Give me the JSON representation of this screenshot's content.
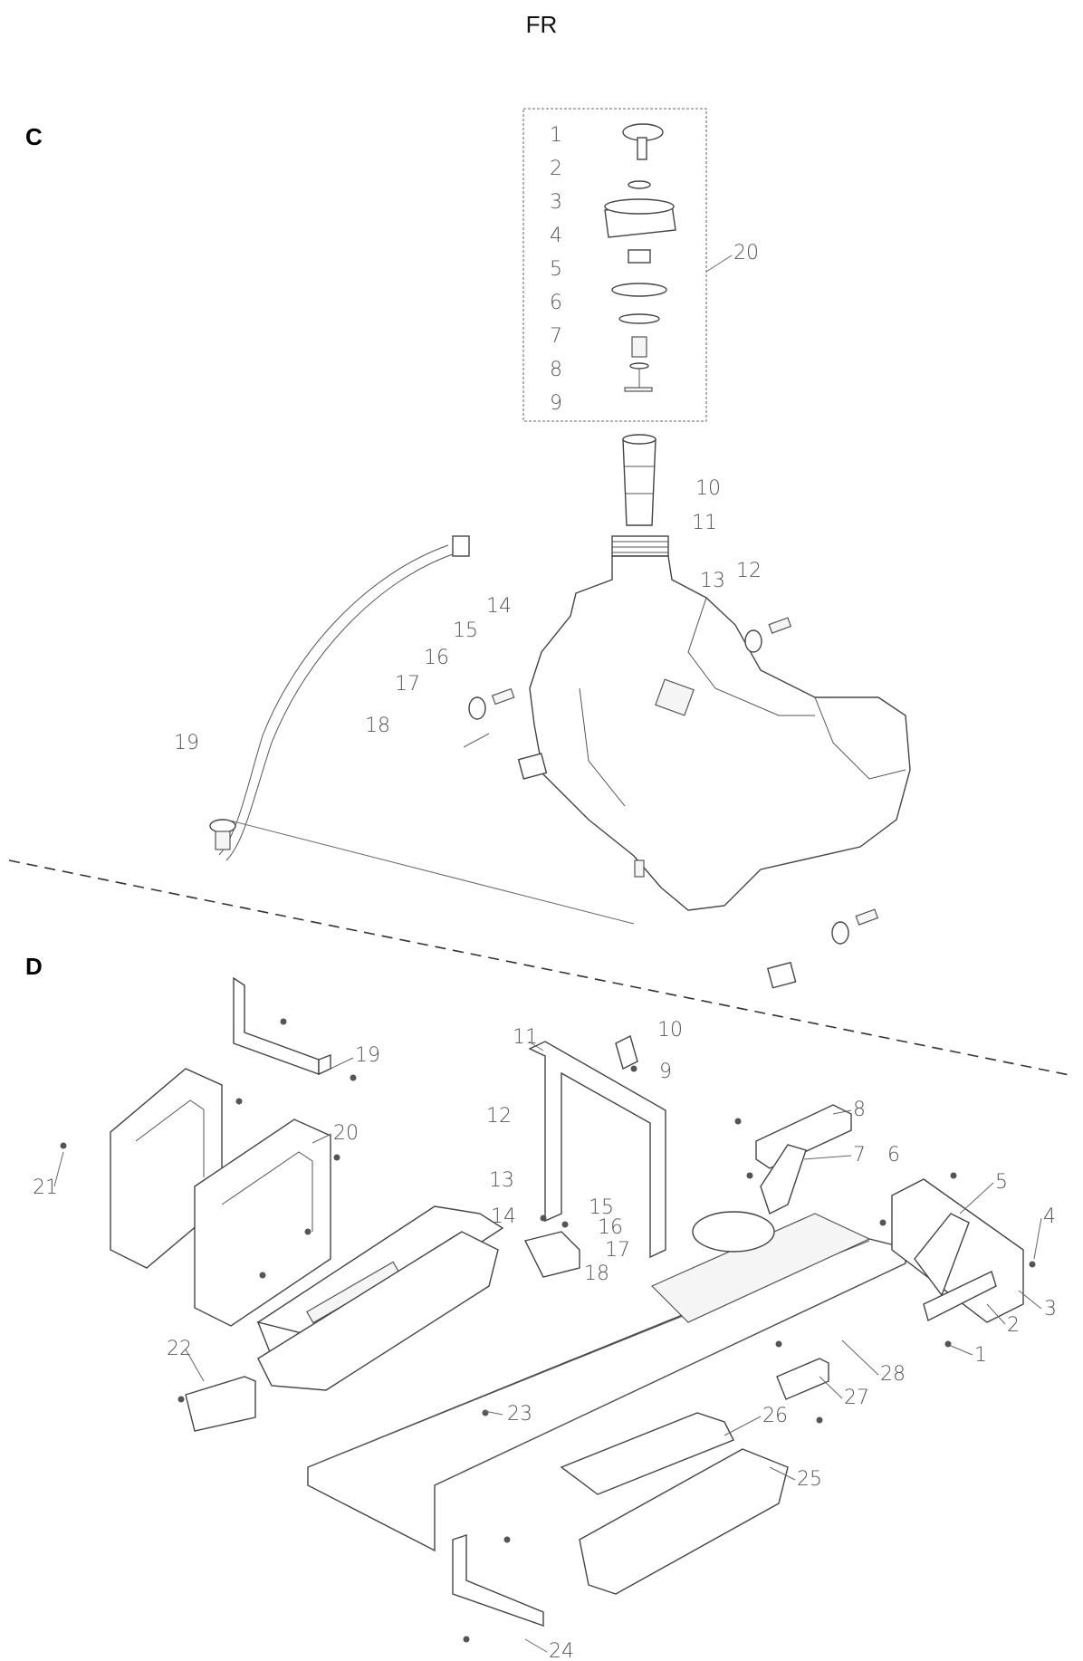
{
  "header": {
    "text": "FR"
  },
  "sections": [
    {
      "label": "C",
      "callouts": [
        "1",
        "2",
        "3",
        "4",
        "5",
        "6",
        "7",
        "8",
        "9",
        "20",
        "10",
        "11",
        "12",
        "13",
        "14",
        "15",
        "16",
        "17",
        "18",
        "19"
      ]
    },
    {
      "label": "D",
      "callouts": [
        "1",
        "2",
        "3",
        "4",
        "5",
        "6",
        "7",
        "8",
        "9",
        "10",
        "11",
        "12",
        "13",
        "14",
        "15",
        "16",
        "17",
        "18",
        "19",
        "20",
        "21",
        "22",
        "23",
        "24",
        "25",
        "26",
        "27",
        "28"
      ]
    }
  ]
}
